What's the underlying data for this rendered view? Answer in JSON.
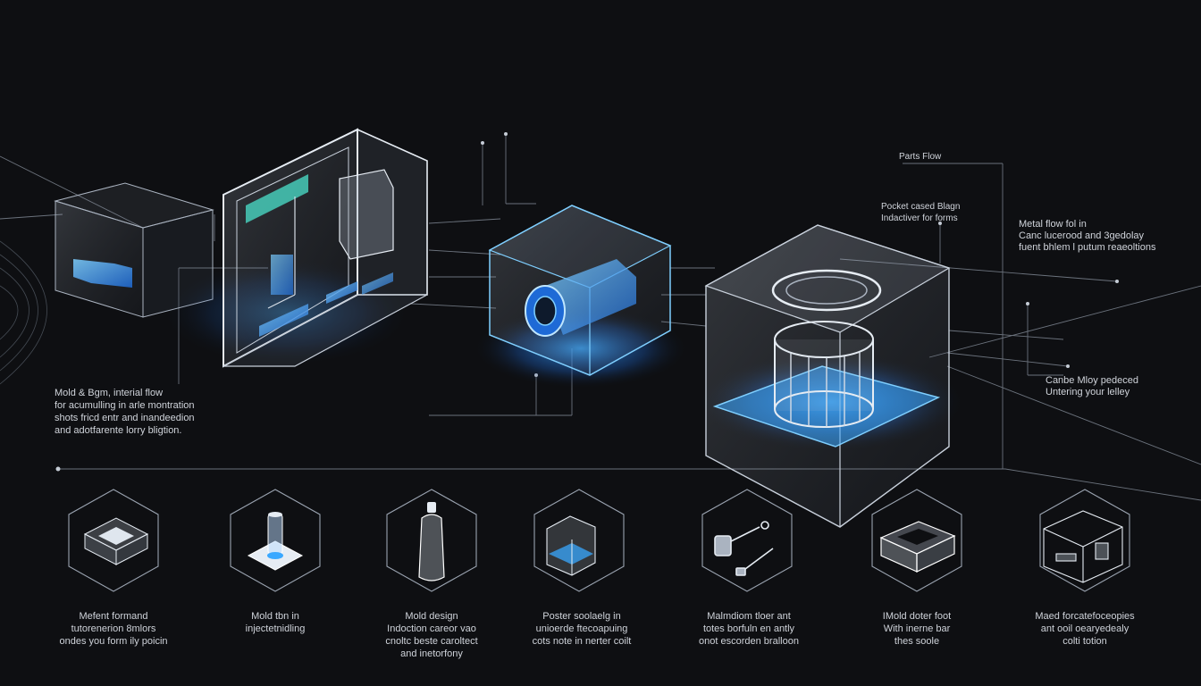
{
  "annotations": {
    "parts_flow": "Parts Flow",
    "pocket_design": [
      "Pocket cased Blagn",
      "Indactiver for forms"
    ],
    "metal_flow": [
      "Metal flow fol in",
      "Canc lucerood and 3gedolay",
      "fuent bhlem l putum reaeoltions"
    ],
    "cambe_alloy": [
      "Canbe Mloy pedeced",
      "Untering your lelley"
    ],
    "mold_design": [
      "Mold & Bgm, interial flow",
      "for acumulling in arle montration",
      "shots fricd entr and inandeedion",
      "and adotfarente lorry bligtion."
    ]
  },
  "steps": [
    {
      "icon": "mold-tray-icon",
      "lines": [
        "Mefent formand",
        "tutorenerion 8mlors",
        "ondes you form ily poicin"
      ]
    },
    {
      "icon": "nozzle-icon",
      "lines": [
        "Mold tbn in",
        "injectetnidling"
      ]
    },
    {
      "icon": "bottle-icon",
      "lines": [
        "Mold design",
        "Indoction careor vao",
        "cnoltc beste caroltect",
        "and inetorfony"
      ]
    },
    {
      "icon": "cube-mold-icon",
      "lines": [
        "Poster soolaelg in",
        "unioerde ftecoapuing",
        "cots note in nerter coilt"
      ]
    },
    {
      "icon": "tools-icon",
      "lines": [
        "Malmdiom tloer ant",
        "totes borfuln en antly",
        "onot escorden bralloon"
      ]
    },
    {
      "icon": "tray-frame-icon",
      "lines": [
        "IMold doter foot",
        "With inerne bar",
        "thes soole"
      ]
    },
    {
      "icon": "machine-icon",
      "lines": [
        "Maed forcatefoceopies",
        "ant ooil oearyedealy",
        "colti totion"
      ]
    }
  ],
  "colors": {
    "background": "#0e0f12",
    "line": "#9aa3b0",
    "glow": "#3aa8ff",
    "accent_teal": "#48d6c2"
  }
}
